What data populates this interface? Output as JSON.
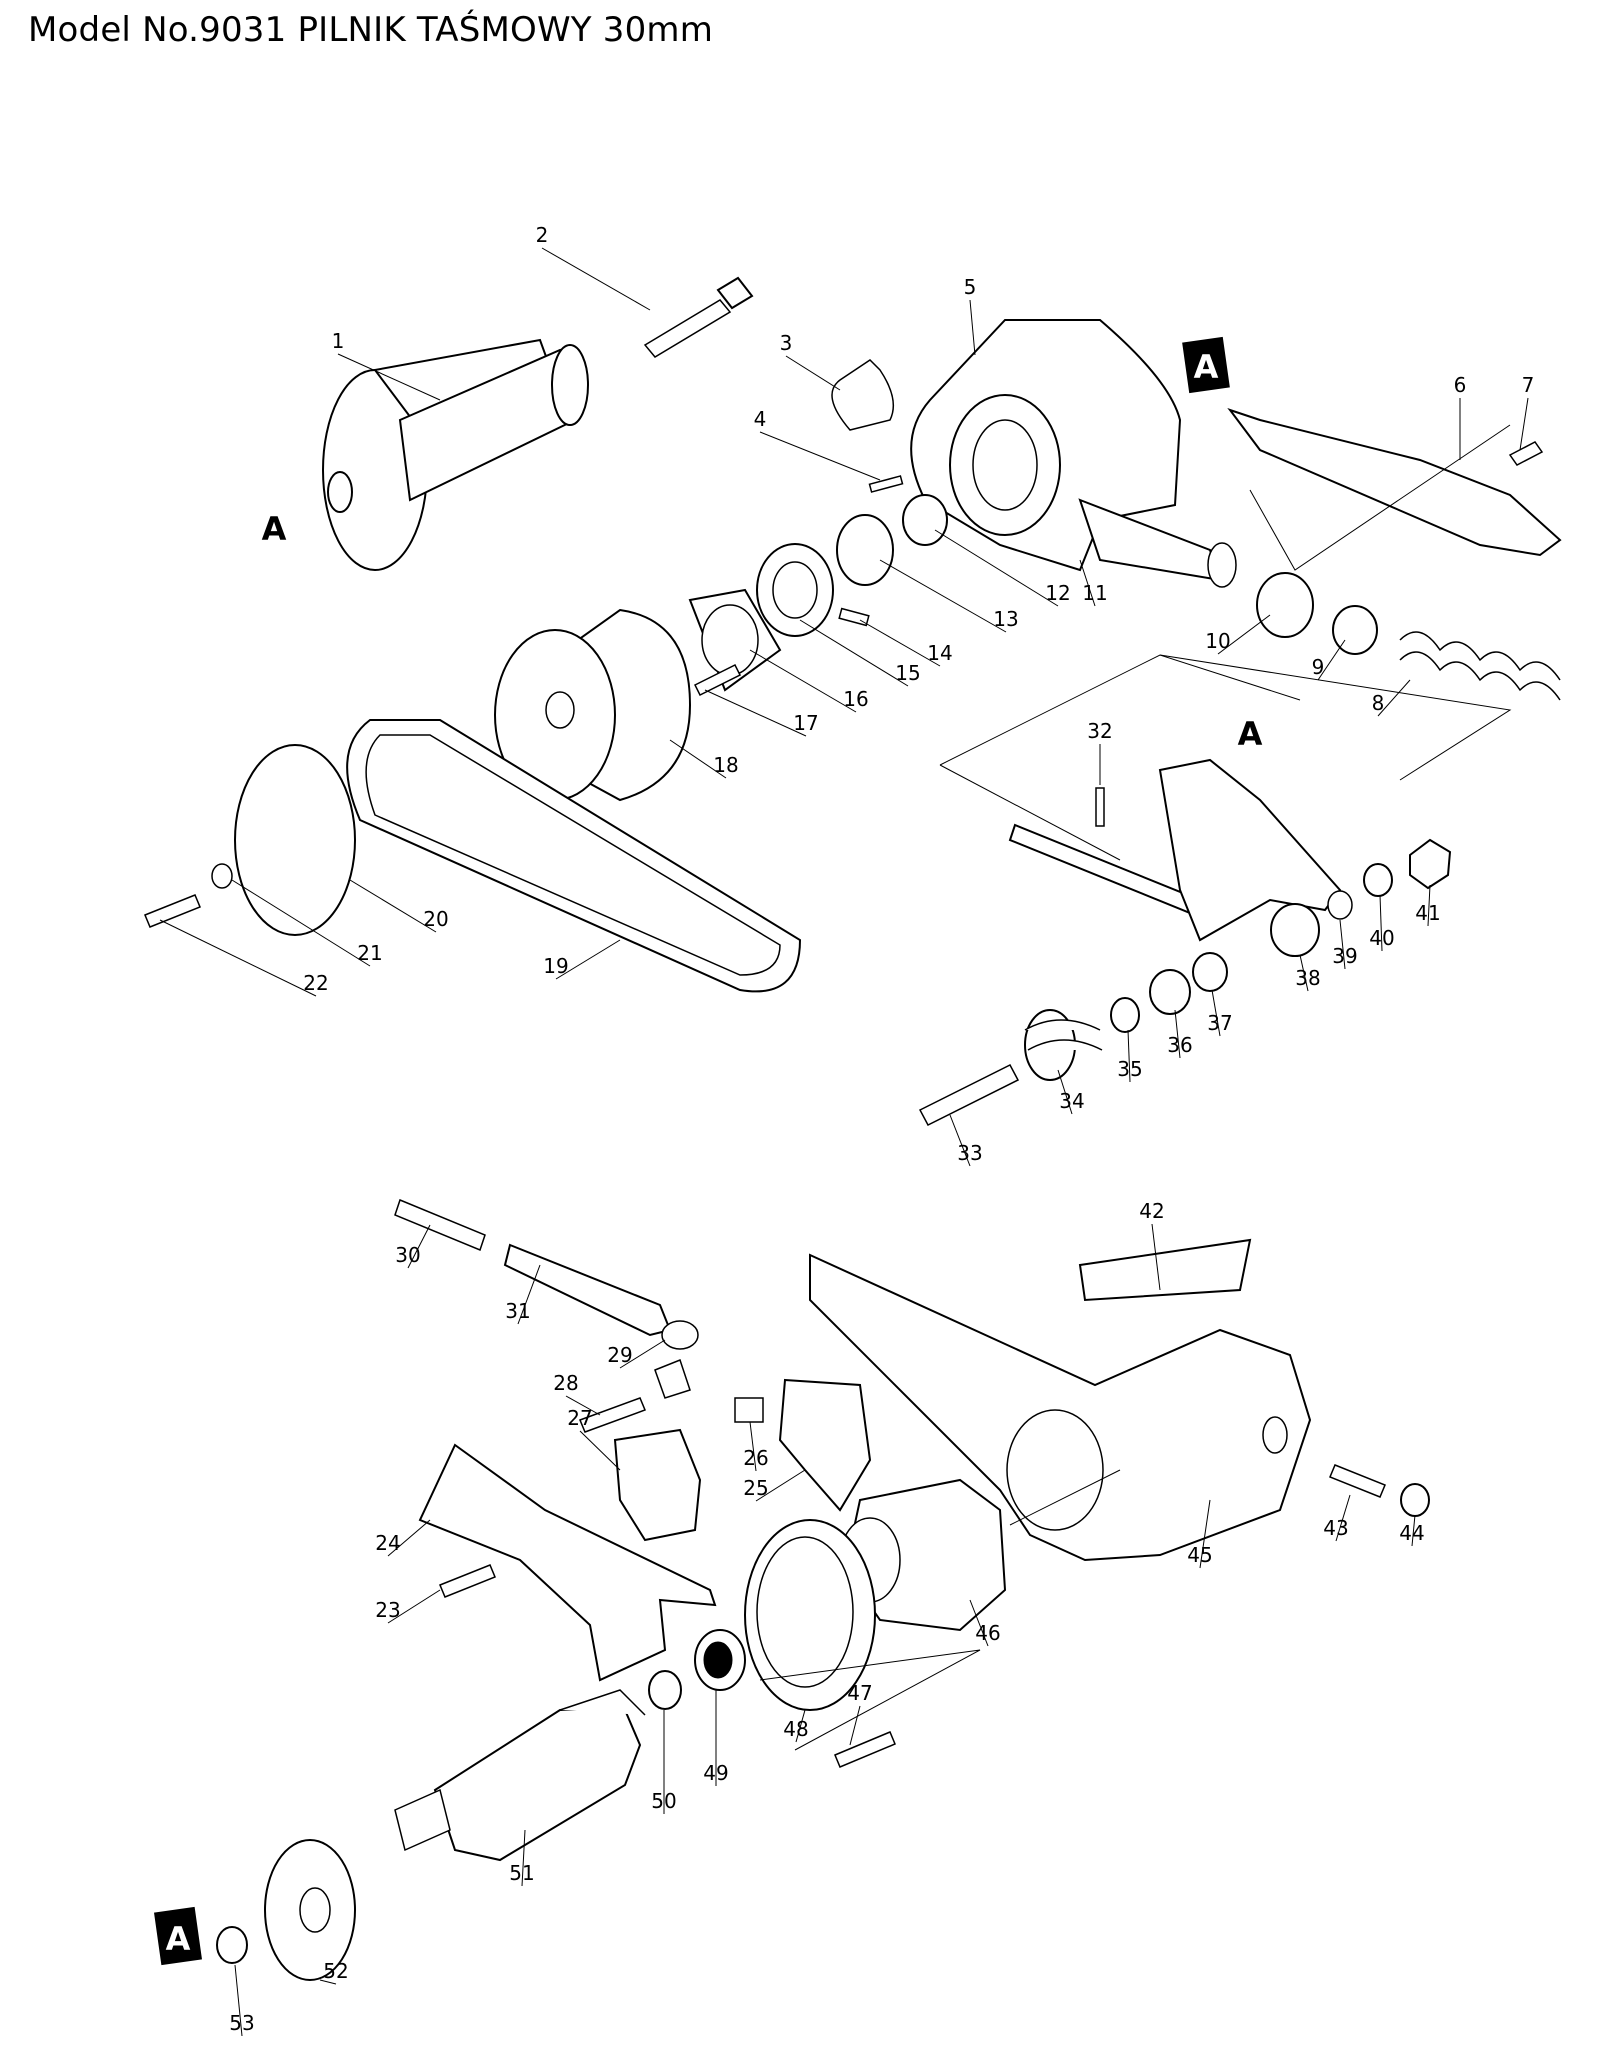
{
  "title": "Model No.9031 PILNIK TAŚMOWY 30mm",
  "ref_marker": "A",
  "part_labels": [
    "1",
    "2",
    "3",
    "4",
    "5",
    "6",
    "7",
    "8",
    "9",
    "10",
    "11",
    "12",
    "13",
    "14",
    "15",
    "16",
    "17",
    "18",
    "19",
    "20",
    "21",
    "22",
    "23",
    "24",
    "25",
    "26",
    "27",
    "28",
    "29",
    "30",
    "31",
    "32",
    "33",
    "34",
    "35",
    "36",
    "37",
    "38",
    "39",
    "40",
    "41",
    "42",
    "43",
    "44",
    "45",
    "46",
    "47",
    "48",
    "49",
    "50",
    "51",
    "52",
    "53"
  ]
}
